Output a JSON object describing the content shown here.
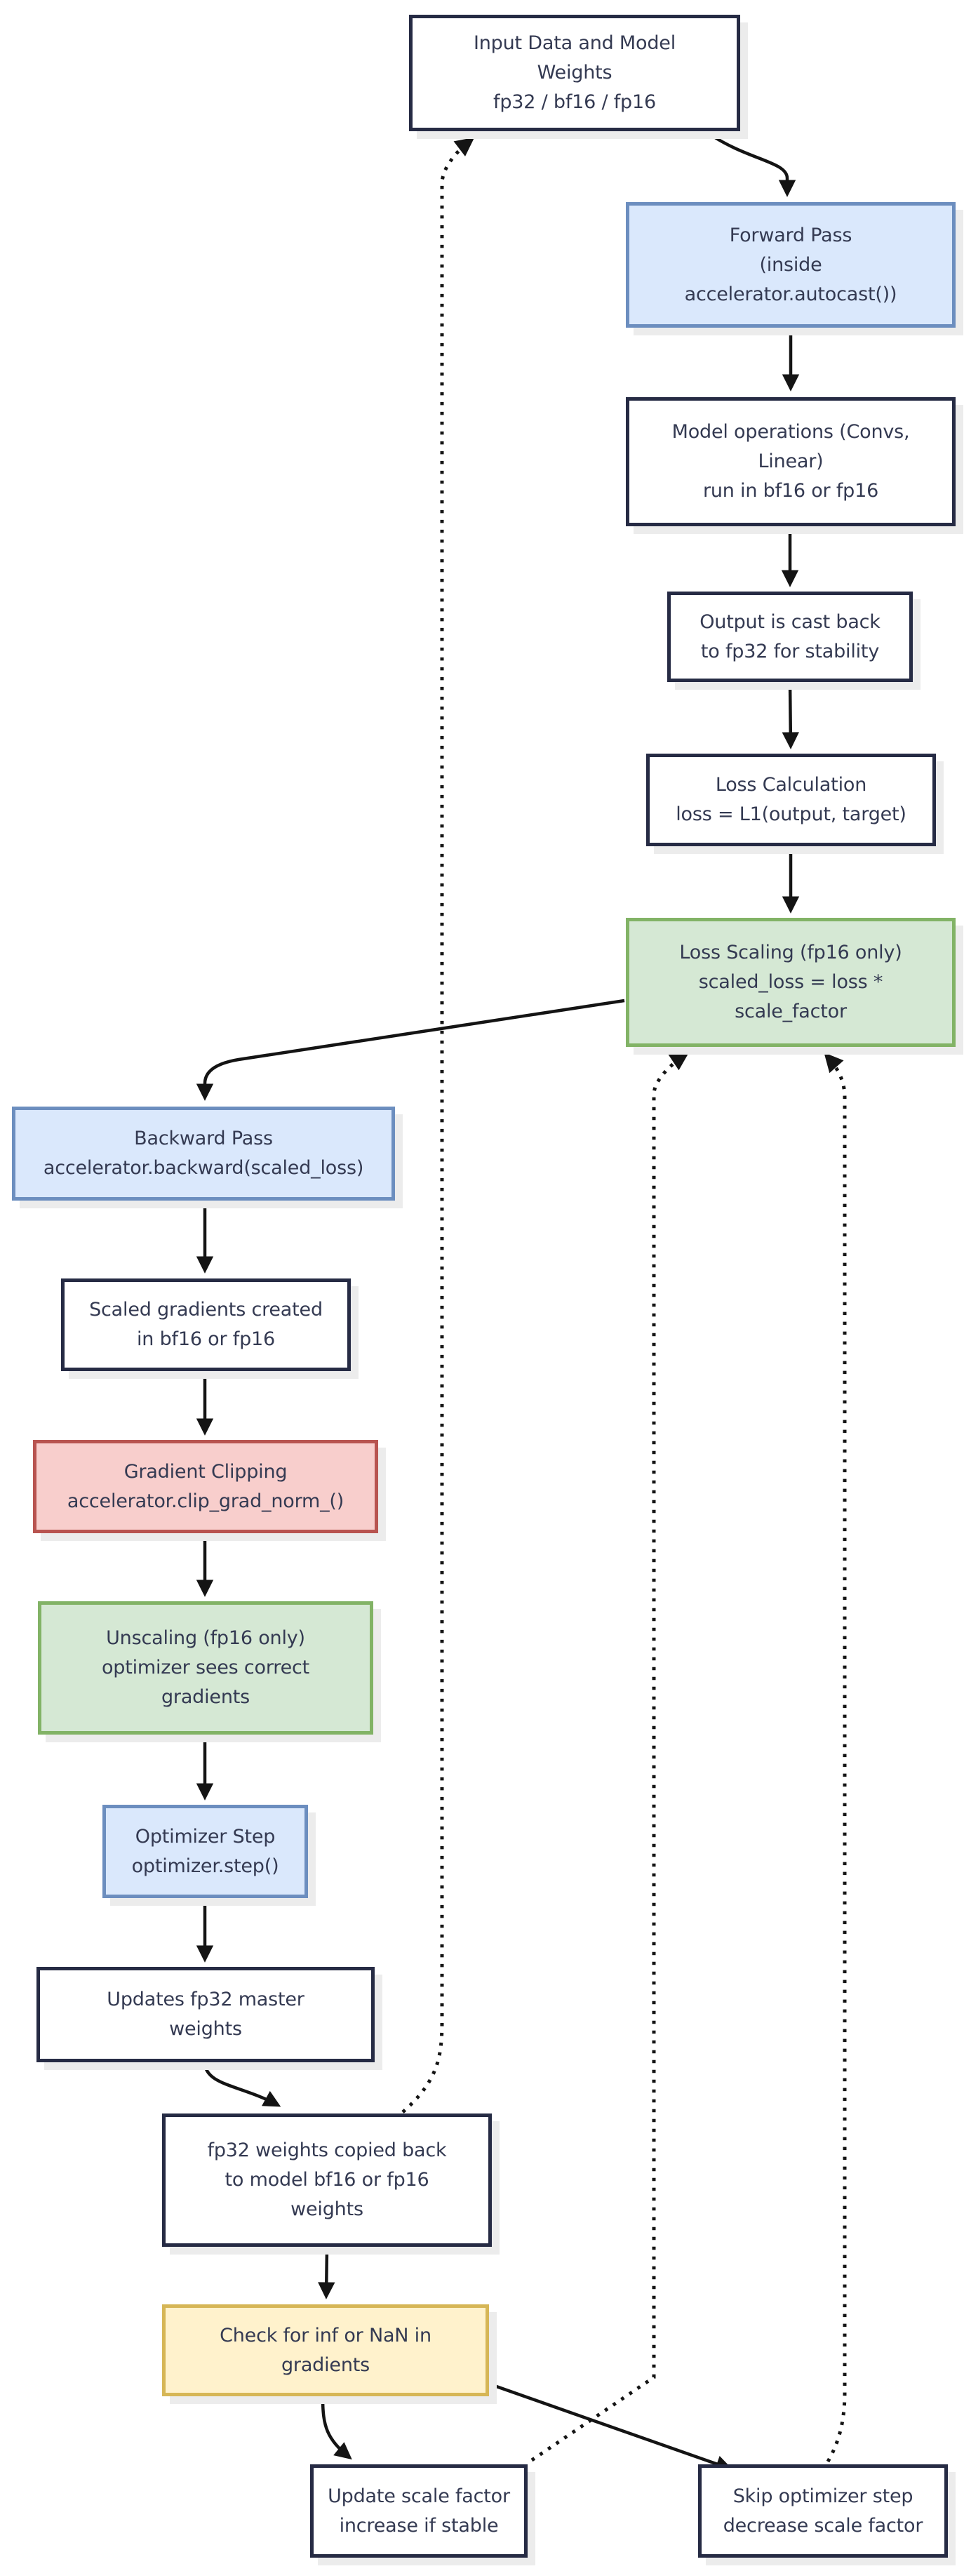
{
  "diagram": {
    "description": "Mixed precision training flowchart",
    "palette": {
      "plain": {
        "fill": "#ffffff",
        "border": "#262b44"
      },
      "blue": {
        "fill": "#dae8fc",
        "border": "#6c8ebf"
      },
      "green": {
        "fill": "#d5e8d4",
        "border": "#82b366"
      },
      "red": {
        "fill": "#f8cecc",
        "border": "#b85450"
      },
      "yellow": {
        "fill": "#fff2cc",
        "border": "#d6b656"
      },
      "text": "#343a52",
      "edge": "#141414",
      "shadow": "#ececec",
      "background": "#ffffff"
    },
    "nodes": {
      "input": {
        "type": "plain",
        "lines": [
          "Input Data and Model",
          "Weights",
          "fp32 / bf16 / fp16"
        ]
      },
      "forward": {
        "type": "blue",
        "lines": [
          "Forward Pass",
          "(inside",
          "accelerator.autocast())"
        ]
      },
      "model_ops": {
        "type": "plain",
        "lines": [
          "Model operations (Convs,",
          "Linear)",
          "run in bf16 or fp16"
        ]
      },
      "output_cast": {
        "type": "plain",
        "lines": [
          "Output is cast back",
          "to fp32 for stability"
        ]
      },
      "loss_calc": {
        "type": "plain",
        "lines": [
          "Loss Calculation",
          "loss = L1(output, target)"
        ]
      },
      "loss_scaling": {
        "type": "green",
        "lines": [
          "Loss Scaling (fp16 only)",
          "scaled_loss = loss *",
          "scale_factor"
        ]
      },
      "backward": {
        "type": "blue",
        "lines": [
          "Backward Pass",
          "accelerator.backward(scaled_loss)"
        ]
      },
      "scaled_grads": {
        "type": "plain",
        "lines": [
          "Scaled gradients created",
          "in bf16 or fp16"
        ]
      },
      "grad_clip": {
        "type": "red",
        "lines": [
          "Gradient Clipping",
          "accelerator.clip_grad_norm_()"
        ]
      },
      "unscaling": {
        "type": "green",
        "lines": [
          "Unscaling (fp16 only)",
          "optimizer sees correct",
          "gradients"
        ]
      },
      "optimizer_step": {
        "type": "blue",
        "lines": [
          "Optimizer Step",
          "optimizer.step()"
        ]
      },
      "updates_master": {
        "type": "plain",
        "lines": [
          "Updates fp32 master",
          "weights"
        ]
      },
      "copy_back": {
        "type": "plain",
        "lines": [
          "fp32 weights copied back",
          "to model bf16 or fp16",
          "weights"
        ]
      },
      "check_nan": {
        "type": "yellow",
        "lines": [
          "Check for inf or NaN in",
          "gradients"
        ]
      },
      "update_scale": {
        "type": "plain",
        "lines": [
          "Update scale factor",
          "increase if stable"
        ]
      },
      "skip_step": {
        "type": "plain",
        "lines": [
          "Skip optimizer step",
          "decrease scale factor"
        ]
      }
    },
    "edges": [
      {
        "from": "input",
        "to": "forward",
        "style": "solid"
      },
      {
        "from": "forward",
        "to": "model_ops",
        "style": "solid"
      },
      {
        "from": "model_ops",
        "to": "output_cast",
        "style": "solid"
      },
      {
        "from": "output_cast",
        "to": "loss_calc",
        "style": "solid"
      },
      {
        "from": "loss_calc",
        "to": "loss_scaling",
        "style": "solid"
      },
      {
        "from": "loss_scaling",
        "to": "backward",
        "style": "solid"
      },
      {
        "from": "backward",
        "to": "scaled_grads",
        "style": "solid"
      },
      {
        "from": "scaled_grads",
        "to": "grad_clip",
        "style": "solid"
      },
      {
        "from": "grad_clip",
        "to": "unscaling",
        "style": "solid"
      },
      {
        "from": "unscaling",
        "to": "optimizer_step",
        "style": "solid"
      },
      {
        "from": "optimizer_step",
        "to": "updates_master",
        "style": "solid"
      },
      {
        "from": "updates_master",
        "to": "copy_back",
        "style": "solid"
      },
      {
        "from": "copy_back",
        "to": "check_nan",
        "style": "solid"
      },
      {
        "from": "check_nan",
        "to": "update_scale",
        "style": "solid"
      },
      {
        "from": "check_nan",
        "to": "skip_step",
        "style": "solid"
      },
      {
        "from": "copy_back",
        "to": "input",
        "style": "dotted"
      },
      {
        "from": "update_scale",
        "to": "loss_scaling",
        "style": "dotted"
      },
      {
        "from": "skip_step",
        "to": "loss_scaling",
        "style": "dotted"
      }
    ]
  }
}
